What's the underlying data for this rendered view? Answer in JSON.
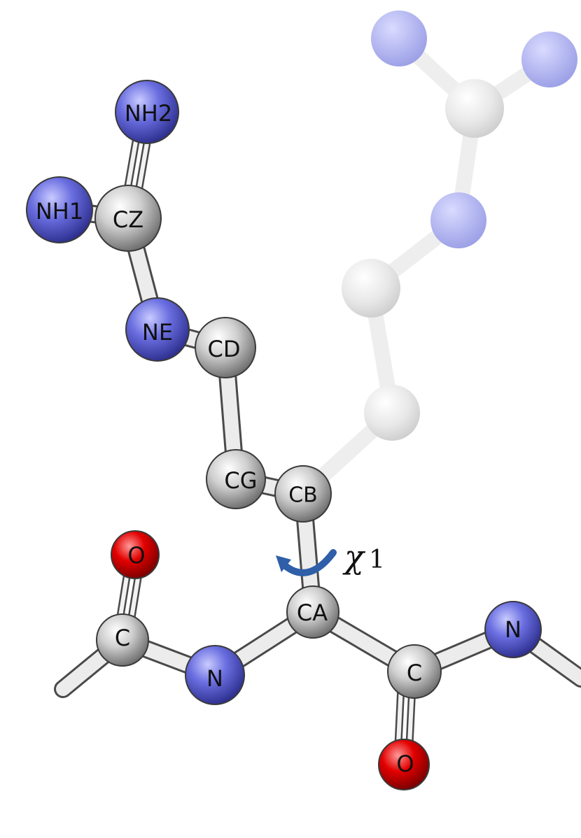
{
  "colors": {
    "carbon": "#bdbdbd",
    "nitrogen": "#5a5ad6",
    "oxygen": "#e00000",
    "bond": "#e4e4e4",
    "ghost_carbon": "#e6e6e6",
    "ghost_nitrogen": "#b3b6ee",
    "ghost_bond": "#f0f0f0",
    "arrow": "#2f5fa8"
  },
  "atoms": {
    "nh2": "NH2",
    "nh1": "NH1",
    "cz": "CZ",
    "ne": "NE",
    "cd": "CD",
    "cg": "CG",
    "cb": "CB",
    "ca": "CA",
    "o_left": "O",
    "c_left": "C",
    "n_left": "N",
    "c_right": "C",
    "n_right": "N",
    "o_right": "O"
  },
  "torsion": {
    "symbol": "χ",
    "subscript": "1"
  }
}
